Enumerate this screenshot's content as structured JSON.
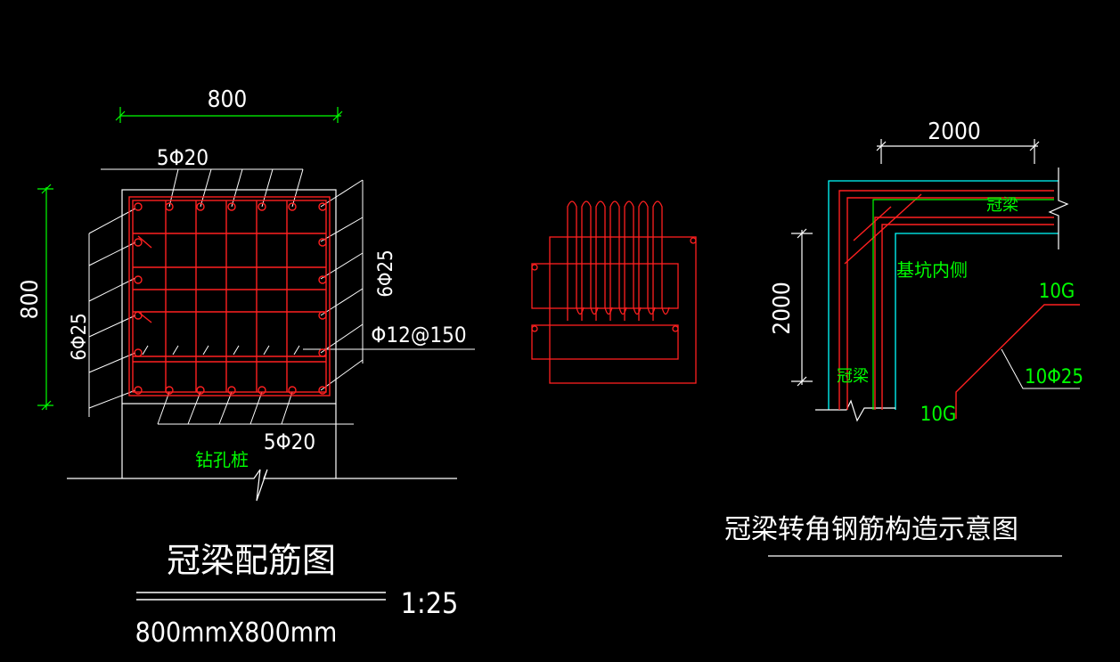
{
  "colors": {
    "background": "#000000",
    "white": "#ffffff",
    "red": "#ff2020",
    "green": "#00ff00",
    "cyan": "#00ffff"
  },
  "section_drawing": {
    "dim_width": "800",
    "dim_height": "800",
    "top_bars_label": "5Φ20",
    "bottom_bars_label": "5Φ20",
    "left_side_bars_label": "6Φ25",
    "right_side_bars_label": "6Φ25",
    "stirrup_label": "Φ12@150",
    "pile_label": "钻孔桩",
    "title": "冠梁配筋图",
    "scale": "1:25",
    "size_note": "800mmX800mm"
  },
  "corner_drawing": {
    "dim_horizontal": "2000",
    "dim_vertical": "2000",
    "beam_label_top": "冠梁",
    "beam_label_side": "冠梁",
    "pit_inner_label": "基坑内侧",
    "anchor_label_top": "10G",
    "anchor_label_bottom": "10G",
    "bar_label": "10Φ25",
    "title": "冠梁转角钢筋构造示意图"
  }
}
